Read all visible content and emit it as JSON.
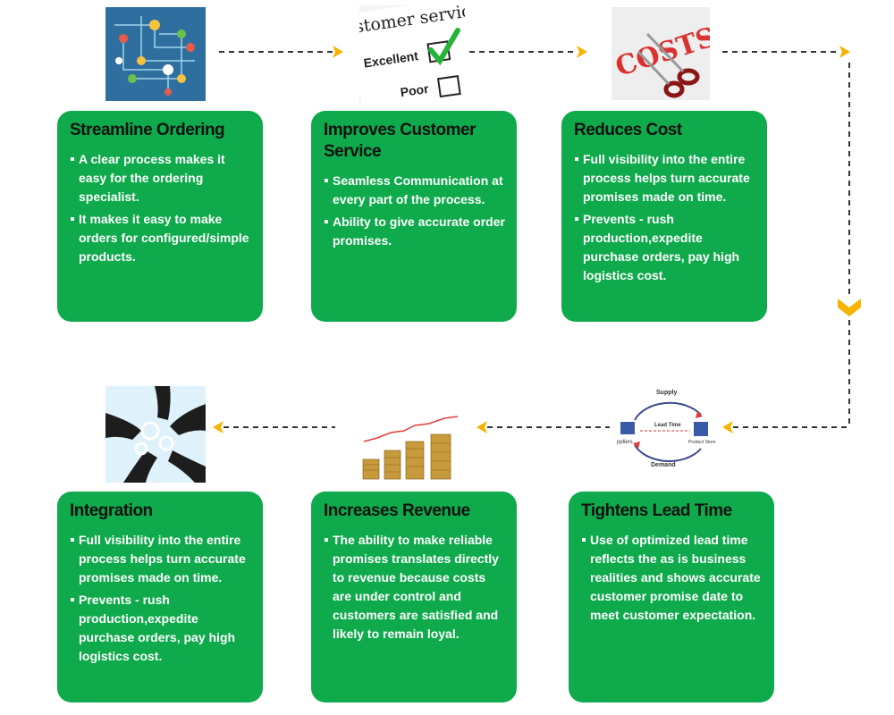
{
  "colors": {
    "card": "#0eaa4b",
    "arrow": "#f6b400",
    "dash": "#333333",
    "title": "#111111"
  },
  "steps": [
    {
      "title": "Streamline Ordering",
      "icon": "network-flow-icon",
      "bullets": [
        "A clear process makes it easy for the ordering specialist.",
        "It makes it easy to make orders for configured/simple products."
      ]
    },
    {
      "title": "Improves Customer Service",
      "icon": "survey-checkbox-icon",
      "image_text": [
        "stomer service",
        "Excellent",
        "Poor"
      ],
      "bullets": [
        "Seamless Communication at every part of the process.",
        "Ability to give accurate order promises."
      ]
    },
    {
      "title": "Reduces Cost",
      "icon": "scissors-costs-icon",
      "image_text": [
        "COSTS"
      ],
      "bullets": [
        "Full visibility into the entire process helps turn accurate promises made on time.",
        "Prevents - rush production,expedite purchase orders, pay high logistics cost."
      ]
    },
    {
      "title": "Tightens Lead Time",
      "icon": "supply-demand-cycle-icon",
      "image_text": [
        "Supply",
        "Lead Time",
        "Demand",
        "ppliers",
        "Product Store"
      ],
      "bullets": [
        "Use of optimized lead time reflects the as is business realities and shows accurate customer promise date to meet customer expectation."
      ]
    },
    {
      "title": "Increases Revenue",
      "icon": "coin-stacks-growth-icon",
      "bullets": [
        "The ability to make reliable promises translates directly to revenue because costs are under control and customers are satisfied and likely to remain loyal."
      ]
    },
    {
      "title": "Integration",
      "icon": "hands-gears-icon",
      "bullets": [
        "Full visibility into the entire process helps turn accurate promises made on time.",
        "Prevents - rush production,expedite purchase orders, pay high logistics cost."
      ]
    }
  ]
}
